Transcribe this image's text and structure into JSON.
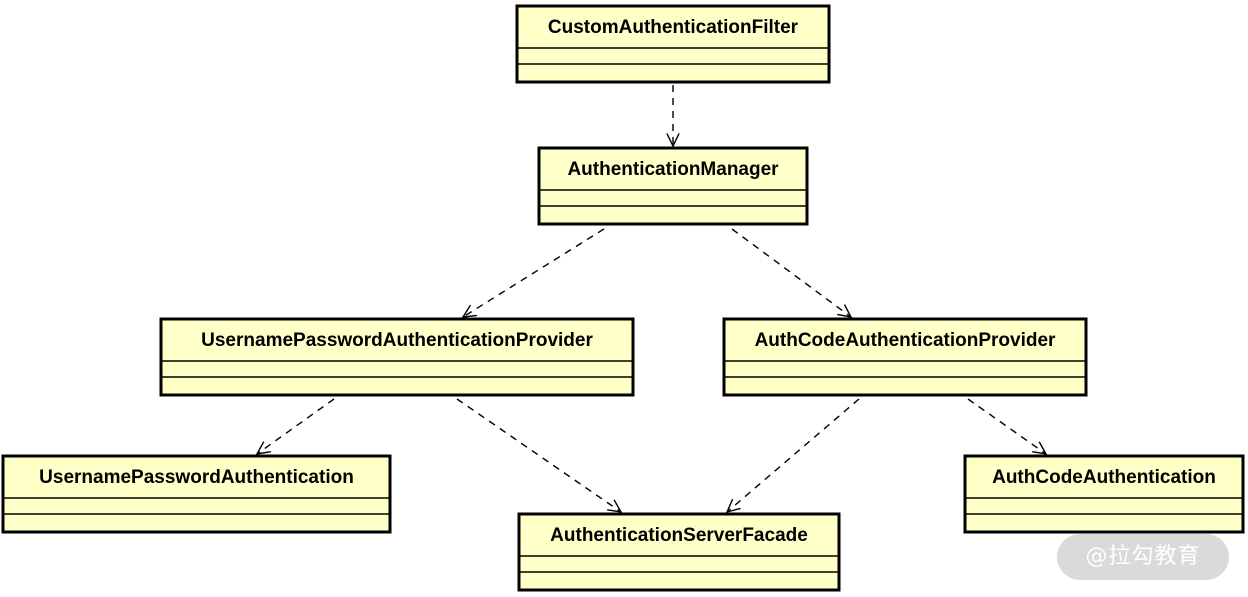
{
  "classes": [
    {
      "id": "custom-authentication-filter",
      "name": "CustomAuthenticationFilter"
    },
    {
      "id": "authentication-manager",
      "name": "AuthenticationManager"
    },
    {
      "id": "username-password-authentication-provider",
      "name": "UsernamePasswordAuthenticationProvider"
    },
    {
      "id": "auth-code-authentication-provider",
      "name": "AuthCodeAuthenticationProvider"
    },
    {
      "id": "username-password-authentication",
      "name": "UsernamePasswordAuthentication"
    },
    {
      "id": "authentication-server-facade",
      "name": "AuthenticationServerFacade"
    },
    {
      "id": "auth-code-authentication",
      "name": "AuthCodeAuthentication"
    }
  ],
  "dependencies": [
    {
      "from": "CustomAuthenticationFilter",
      "to": "AuthenticationManager"
    },
    {
      "from": "AuthenticationManager",
      "to": "UsernamePasswordAuthenticationProvider"
    },
    {
      "from": "AuthenticationManager",
      "to": "AuthCodeAuthenticationProvider"
    },
    {
      "from": "UsernamePasswordAuthenticationProvider",
      "to": "UsernamePasswordAuthentication"
    },
    {
      "from": "UsernamePasswordAuthenticationProvider",
      "to": "AuthenticationServerFacade"
    },
    {
      "from": "AuthCodeAuthenticationProvider",
      "to": "AuthenticationServerFacade"
    },
    {
      "from": "AuthCodeAuthenticationProvider",
      "to": "AuthCodeAuthentication"
    }
  ],
  "watermark": "@拉勾教育",
  "colors": {
    "class_fill": "#ffffc8",
    "stroke": "#000000"
  }
}
